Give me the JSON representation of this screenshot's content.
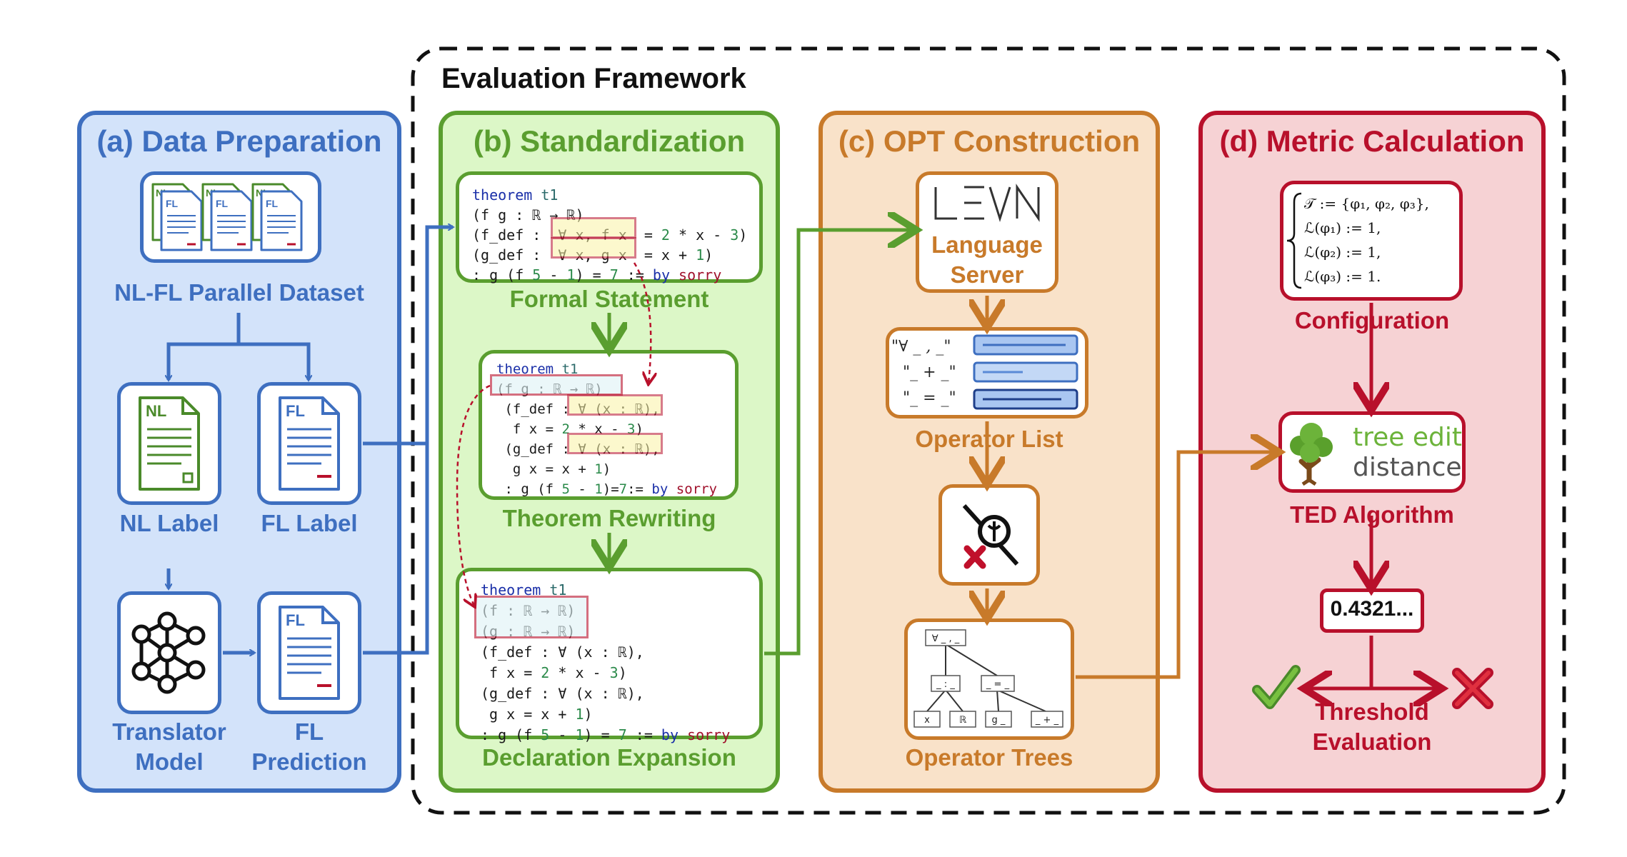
{
  "framework_title": "Evaluation Framework",
  "panels": {
    "a": {
      "title": "(a) Data Preparation",
      "dataset_label": "NL-FL Parallel Dataset",
      "nl_label": "NL Label",
      "fl_label": "FL Label",
      "translator_label_1": "Translator",
      "translator_label_2": "Model",
      "prediction_label_1": "FL",
      "prediction_label_2": "Prediction",
      "doc_nl": "NL",
      "doc_fl": "FL"
    },
    "b": {
      "title": "(b) Standardization",
      "step1_label": "Formal Statement",
      "step2_label": "Theorem Rewriting",
      "step3_label": "Declaration Expansion"
    },
    "c": {
      "title": "(c) OPT Construction",
      "server_label_1": "Language",
      "server_label_2": "Server",
      "operator_list_label": "Operator List",
      "operator_trees_label": "Operator Trees",
      "operators": [
        "\"∀ _ , _\"",
        "\"_ + _\"",
        "\"_ = _\""
      ],
      "tree_nodes": [
        "∀ _ , _",
        "_ : _",
        "_ = _",
        "x",
        "ℝ",
        "g _",
        "_ + _"
      ]
    },
    "d": {
      "title": "(d) Metric Calculation",
      "config_lines": [
        "𝒯 := {φ₁, φ₂, φ₃},",
        "ℒ(φ₁) := 1,",
        "ℒ(φ₂) := 1,",
        "ℒ(φ₃) := 1."
      ],
      "config_label": "Configuration",
      "ted_logo_1": "tree edit",
      "ted_logo_2": "distance",
      "ted_label": "TED Algorithm",
      "score": "0.4321...",
      "threshold_label_1": "Threshold",
      "threshold_label_2": "Evaluation"
    }
  },
  "colors": {
    "blue": "#3e6fc0",
    "blue_fill": "#d3e3fa",
    "green": "#5a9e2f",
    "green_fill": "#dcf7c7",
    "orange": "#c87a2a",
    "orange_fill": "#f9e2c9",
    "red": "#b8102b",
    "red_fill": "#f6d2d4"
  }
}
